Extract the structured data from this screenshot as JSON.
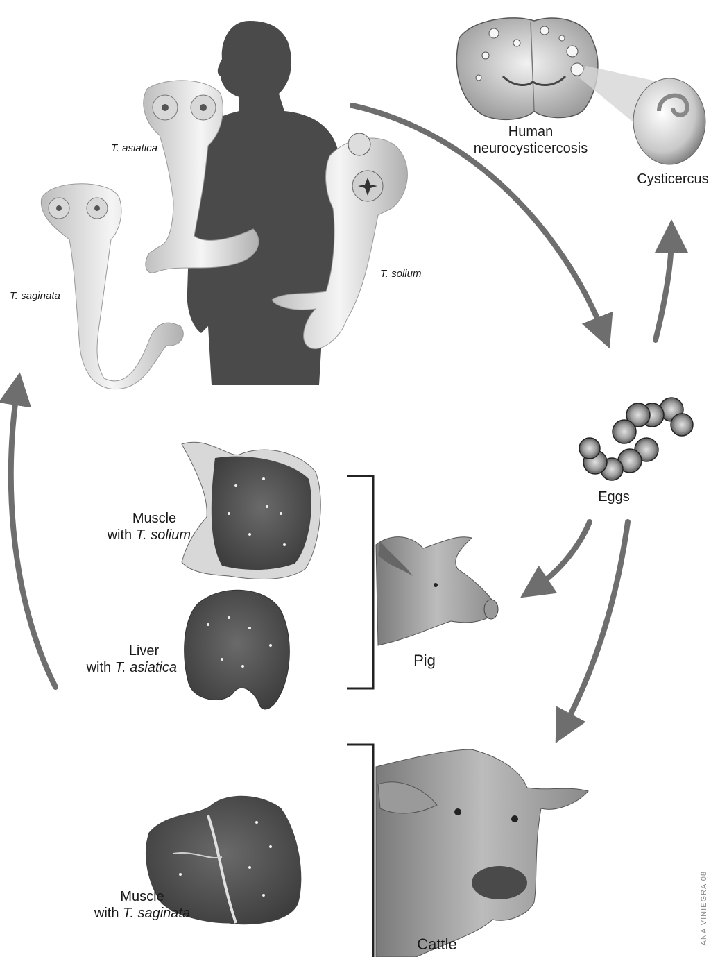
{
  "species": {
    "asiatica": "T. asiatica",
    "saginata": "T. saginata",
    "solium": "T. solium"
  },
  "labels": {
    "neuro_line1": "Human",
    "neuro_line2": "neurocysticercosis",
    "cysticercus": "Cysticercus",
    "eggs": "Eggs",
    "pig": "Pig",
    "cattle": "Cattle",
    "muscle_solium_line1": "Muscle",
    "muscle_solium_prefix": "with ",
    "muscle_solium_species": "T. solium",
    "liver_line1": "Liver",
    "liver_prefix": "with ",
    "liver_species": "T. asiatica",
    "muscle_saginata_line1": "Muscle",
    "muscle_saginata_prefix": "with ",
    "muscle_saginata_species": "T. saginata"
  },
  "credit": "ANA VINIEGRA 08",
  "colors": {
    "arrow": "#6e6e6e",
    "silhouette": "#4a4a4a",
    "bracket": "#222222",
    "meat": "#5a5a5a",
    "worm": "#e6e6e6"
  }
}
